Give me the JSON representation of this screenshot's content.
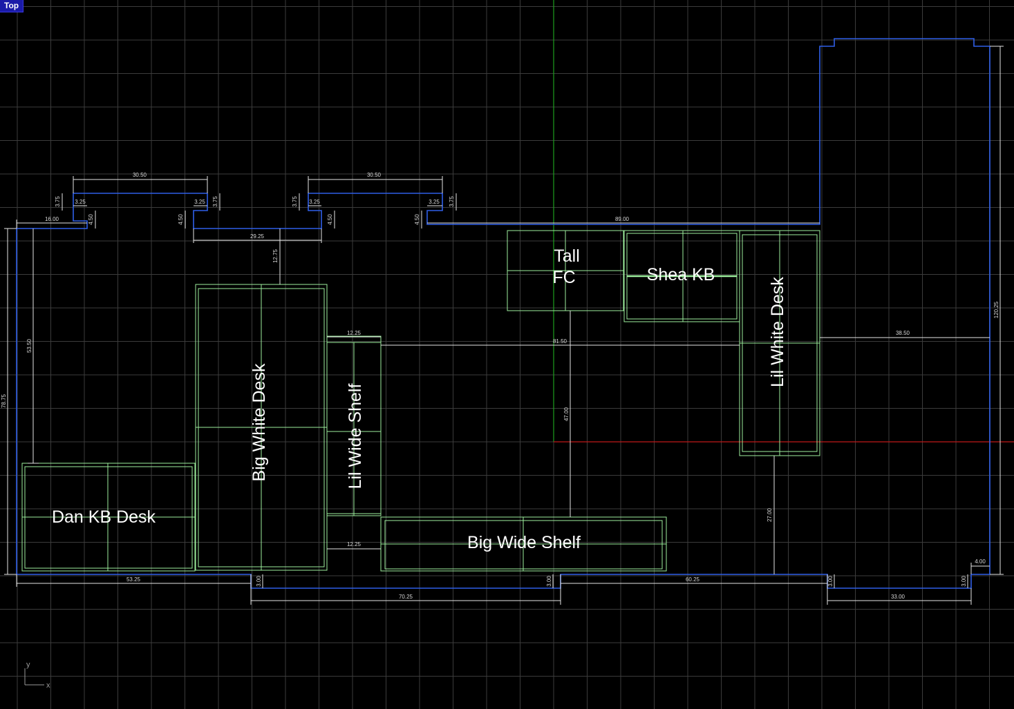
{
  "viewport": {
    "name": "Top"
  },
  "colors": {
    "background": "#000000",
    "grid": "#3c3c3c",
    "wall": "#2f5fe8",
    "furniture": "#9ef09e",
    "dimension": "#e6e6e6",
    "x_axis": "#c01818",
    "y_axis": "#1fa01f"
  },
  "furniture_labels": {
    "dan_kb_desk": "Dan KB Desk",
    "big_white_desk": "Big White Desk",
    "lil_wide_shelf": "Lil Wide Shelf",
    "big_wide_shelf": "Big Wide Shelf",
    "tall_fc_line1": "Tall",
    "tall_fc_line2": "FC",
    "shea_kb": "Shea KB",
    "lil_white_desk": "Lil White Desk"
  },
  "dimensions": {
    "top_left_width": "30.50",
    "top_mid_width": "30.50",
    "bump_l1": "3.75",
    "step_l1": "3.25",
    "step_l2": "3.25",
    "bump_l2": "3.75",
    "bump_m1": "3.75",
    "step_m1": "3.25",
    "step_m2": "3.25",
    "bump_m2": "3.75",
    "corner_w": "16.00",
    "inset_l": "4.50",
    "inset_l2": "4.50",
    "inset_m1": "4.50",
    "inset_m2": "4.50",
    "gap_2925": "29.25",
    "gap_1275": "12.75",
    "wall_89": "89.00",
    "d_5350": "53.50",
    "d_7875": "78.75",
    "shelf_gap_top": "12.25",
    "shelf_gap_bot": "12.25",
    "d_8150": "81.50",
    "d_4700": "47.00",
    "d_3850": "38.50",
    "d_12025": "120.25",
    "d_2700": "27.00",
    "d_5325": "53.25",
    "d_300a": "3.00",
    "d_300b": "3.00",
    "d_7025": "70.25",
    "d_6025": "60.25",
    "d_300c": "3.00",
    "d_300d": "3.00",
    "d_3300": "33.00",
    "d_400": "4.00"
  },
  "axis_icon": {
    "x": "x",
    "y": "y"
  }
}
